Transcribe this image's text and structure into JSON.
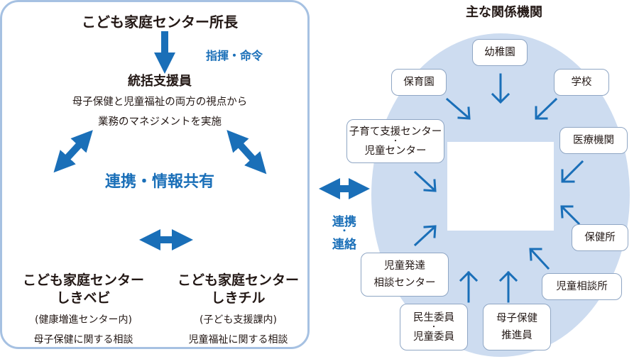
{
  "left": {
    "director": "こども家庭センター所長",
    "command_label": "指揮・命令",
    "coordinator_title": "統括支援員",
    "coordinator_desc_1": "母子保健と児童福祉の両方の視点から",
    "coordinator_desc_2": "業務のマネジメントを実施",
    "share_label": "連携・情報共有",
    "unit_a_title_1": "こども家庭センター",
    "unit_a_title_2": "しきベビ",
    "unit_a_sub": "(健康増進センター内)",
    "unit_a_desc": "母子保健に関する相談",
    "unit_b_title_1": "こども家庭センター",
    "unit_b_title_2": "しきチル",
    "unit_b_sub": "(子ども支援課内)",
    "unit_b_desc": "児童福祉に関する相談"
  },
  "link": {
    "line1": "連携",
    "dot": "・",
    "line2": "連絡"
  },
  "right": {
    "title": "主な関係機関",
    "orgs": {
      "kindergarten": "幼稚園",
      "nursery": "保育園",
      "school": "学校",
      "childcare_1": "子育て支援センター",
      "childcare_dot": "・",
      "childcare_2": "児童センター",
      "medical": "医療機関",
      "health_center": "保健所",
      "dev_1": "児童発達",
      "dev_2": "相談センター",
      "child_guidance": "児童相談所",
      "welfare_1": "民生委員",
      "welfare_dot": "・",
      "welfare_2": "児童委員",
      "mch_1": "母子保健",
      "mch_2": "推進員"
    }
  },
  "colors": {
    "arrow": "#1a6fb8",
    "ellipse": "#cddcf0",
    "panel_border": "#a6c1e2",
    "box_border": "#8fa6c4"
  }
}
